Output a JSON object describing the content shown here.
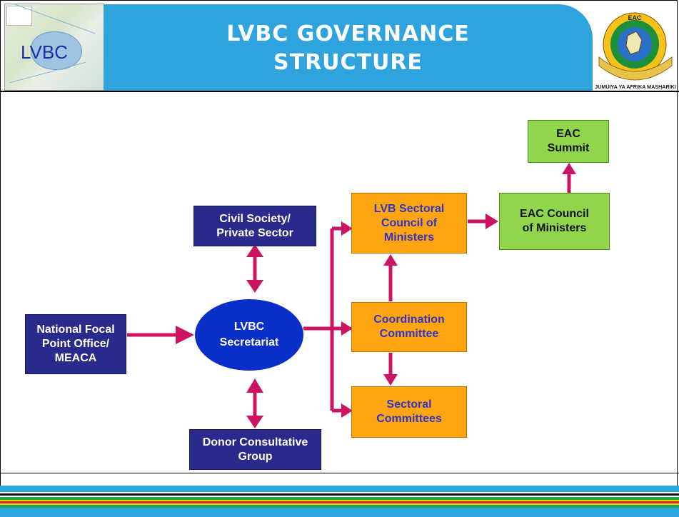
{
  "header": {
    "map_label": "LVBC",
    "title_line1": "LVBC GOVERNANCE",
    "title_line2": "STRUCTURE",
    "logo_text_top": "EAC",
    "logo_text_bottom": "JUMUIYA YA AFRIKA MASHARIKI"
  },
  "nodes": {
    "civil_society": [
      "Civil Society/",
      "Private Sector"
    ],
    "national_focal": [
      "National Focal",
      "Point Office/",
      "MEACA"
    ],
    "secretariat": [
      "LVBC",
      "Secretariat"
    ],
    "donor": [
      "Donor Consultative",
      "Group"
    ],
    "sectoral_council": [
      "LVB Sectoral",
      "Council of",
      "Ministers"
    ],
    "coordination": [
      "Coordination",
      "Committee"
    ],
    "sectoral_committees": [
      "Sectoral",
      "Committees"
    ],
    "eac_council": [
      "EAC Council",
      "of Ministers"
    ],
    "eac_summit": [
      "EAC",
      "Summit"
    ]
  },
  "colors": {
    "title_bar": "#2ea3dd",
    "navy_box": "#2a2a8c",
    "orange_box": "#ffa50f",
    "green_box": "#8fd64c",
    "ellipse": "#0a2ec8",
    "arrow": "#cc1463"
  }
}
